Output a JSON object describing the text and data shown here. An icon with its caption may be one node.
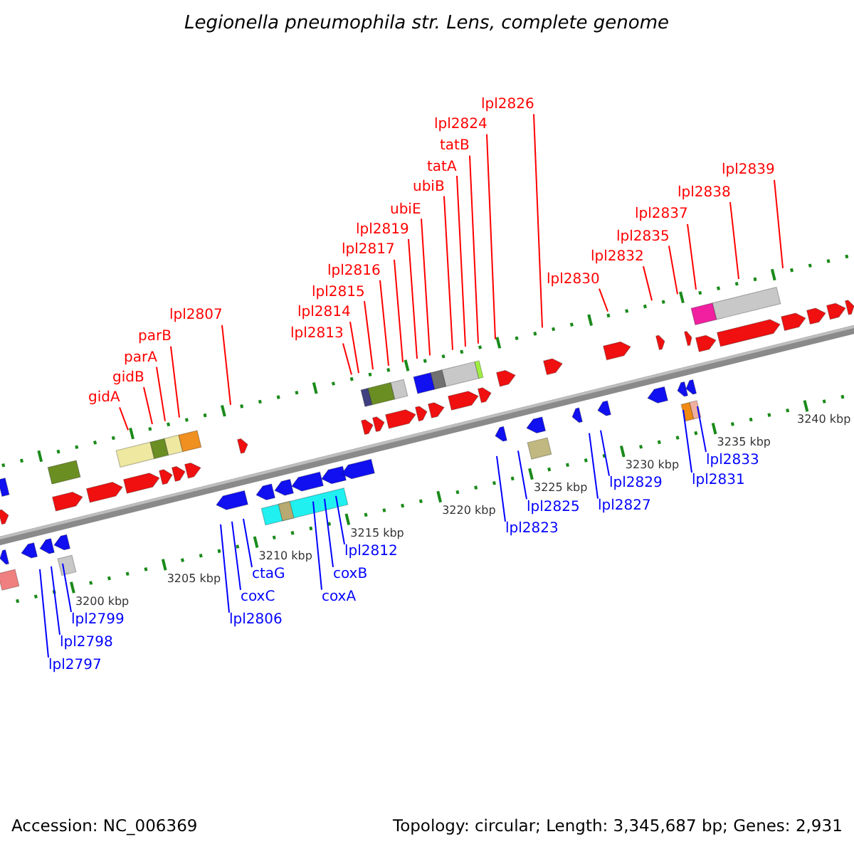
{
  "diagram": {
    "title": "Legionella pneumophila str. Lens, complete genome",
    "nodes": [
      {
        "text": [
          "gidA"
        ]
      },
      {
        "text": [
          "gidB"
        ]
      },
      {
        "text": [
          "parA"
        ]
      },
      {
        "text": [
          "parB"
        ]
      },
      {
        "text": [
          "lpl2807"
        ]
      },
      {
        "text": [
          "lpl2813"
        ]
      },
      {
        "text": [
          "lpl2814"
        ]
      },
      {
        "text": [
          "lpl2815"
        ]
      },
      {
        "text": [
          "lpl2816"
        ]
      },
      {
        "text": [
          "lpl2817"
        ]
      },
      {
        "text": [
          "lpl2819"
        ]
      },
      {
        "text": [
          "ubiE"
        ]
      },
      {
        "text": [
          "ubiB"
        ]
      },
      {
        "text": [
          "tatA"
        ]
      },
      {
        "text": [
          "tatB"
        ]
      },
      {
        "text": [
          "lpl2824"
        ]
      },
      {
        "text": [
          "lpl2826"
        ]
      },
      {
        "text": [
          "lpl2830"
        ]
      },
      {
        "text": [
          "lpl2832"
        ]
      },
      {
        "text": [
          "lpl2835"
        ]
      },
      {
        "text": [
          "lpl2837"
        ]
      },
      {
        "text": [
          "lpl2838"
        ]
      },
      {
        "text": [
          "lpl2839"
        ]
      },
      {
        "text": [
          "lpl2797"
        ]
      },
      {
        "text": [
          "lpl2798"
        ]
      },
      {
        "text": [
          "lpl2799"
        ]
      },
      {
        "text": [
          "lpl2806"
        ]
      },
      {
        "text": [
          "coxC"
        ]
      },
      {
        "text": [
          "ctaG"
        ]
      },
      {
        "text": [
          "coxA"
        ]
      },
      {
        "text": [
          "coxB"
        ]
      },
      {
        "text": [
          "lpl2812"
        ]
      },
      {
        "text": [
          "lpl2823"
        ]
      },
      {
        "text": [
          "lpl2825"
        ]
      },
      {
        "text": [
          "lpl2827"
        ]
      },
      {
        "text": [
          "lpl2829"
        ]
      },
      {
        "text": [
          "lpl2831"
        ]
      },
      {
        "text": [
          "lpl2833"
        ]
      }
    ],
    "edges": [
      {
        "from": 0,
        "to": null,
        "arrow": "none"
      },
      {
        "from": 1,
        "to": null,
        "arrow": "none"
      },
      {
        "from": 2,
        "to": null,
        "arrow": "none"
      },
      {
        "from": 3,
        "to": null,
        "arrow": "none"
      },
      {
        "from": 4,
        "to": null,
        "arrow": "none"
      },
      {
        "from": 5,
        "to": null,
        "arrow": "none"
      },
      {
        "from": 6,
        "to": null,
        "arrow": "none"
      },
      {
        "from": 7,
        "to": null,
        "arrow": "none"
      },
      {
        "from": 8,
        "to": null,
        "arrow": "none"
      },
      {
        "from": 9,
        "to": null,
        "arrow": "none"
      },
      {
        "from": 10,
        "to": null,
        "arrow": "none"
      },
      {
        "from": 11,
        "to": null,
        "arrow": "none"
      },
      {
        "from": 12,
        "to": null,
        "arrow": "none"
      },
      {
        "from": 13,
        "to": null,
        "arrow": "none"
      },
      {
        "from": 14,
        "to": null,
        "arrow": "none"
      },
      {
        "from": 15,
        "to": null,
        "arrow": "none"
      },
      {
        "from": 16,
        "to": null,
        "arrow": "none"
      },
      {
        "from": 17,
        "to": null,
        "arrow": "none"
      },
      {
        "from": 18,
        "to": null,
        "arrow": "none"
      },
      {
        "from": 19,
        "to": null,
        "arrow": "none"
      },
      {
        "from": 20,
        "to": null,
        "arrow": "none"
      },
      {
        "from": 21,
        "to": null,
        "arrow": "none"
      },
      {
        "from": 22,
        "to": null,
        "arrow": "none"
      },
      {
        "from": 23,
        "to": null,
        "arrow": "none",
        "color": "#0000ff"
      },
      {
        "from": 24,
        "to": null,
        "arrow": "none",
        "color": "#0000ff"
      },
      {
        "from": 25,
        "to": null,
        "arrow": "none",
        "color": "#0000ff"
      },
      {
        "from": 26,
        "to": null,
        "arrow": "none",
        "color": "#0000ff"
      },
      {
        "from": 27,
        "to": null,
        "arrow": "none",
        "color": "#0000ff"
      },
      {
        "from": 28,
        "to": null,
        "arrow": "none",
        "color": "#0000ff"
      },
      {
        "from": 29,
        "to": null,
        "arrow": "none",
        "color": "#0000ff"
      },
      {
        "from": 30,
        "to": null,
        "arrow": "none",
        "color": "#0000ff"
      },
      {
        "from": 31,
        "to": null,
        "arrow": "none",
        "color": "#0000ff"
      },
      {
        "from": 32,
        "to": null,
        "arrow": "none",
        "color": "#0000ff"
      },
      {
        "from": 33,
        "to": null,
        "arrow": "none",
        "color": "#0000ff"
      },
      {
        "from": 34,
        "to": null,
        "arrow": "none",
        "color": "#0000ff"
      },
      {
        "from": 35,
        "to": null,
        "arrow": "none",
        "color": "#0000ff"
      },
      {
        "from": 36,
        "to": null,
        "arrow": "none",
        "color": "#0000ff"
      },
      {
        "from": 37,
        "to": null,
        "arrow": "none",
        "color": "#0000ff"
      }
    ],
    "labels": [
      "3200 kbp",
      "3205 kbp",
      "3210 kbp",
      "3215 kbp",
      "3220 kbp",
      "3225 kbp",
      "3230 kbp",
      "3235 kbp",
      "3240 kbp",
      "Accession: NC_006369",
      "Topology: circular; Length: 3,345,687 bp; Genes: 2,931"
    ]
  }
}
